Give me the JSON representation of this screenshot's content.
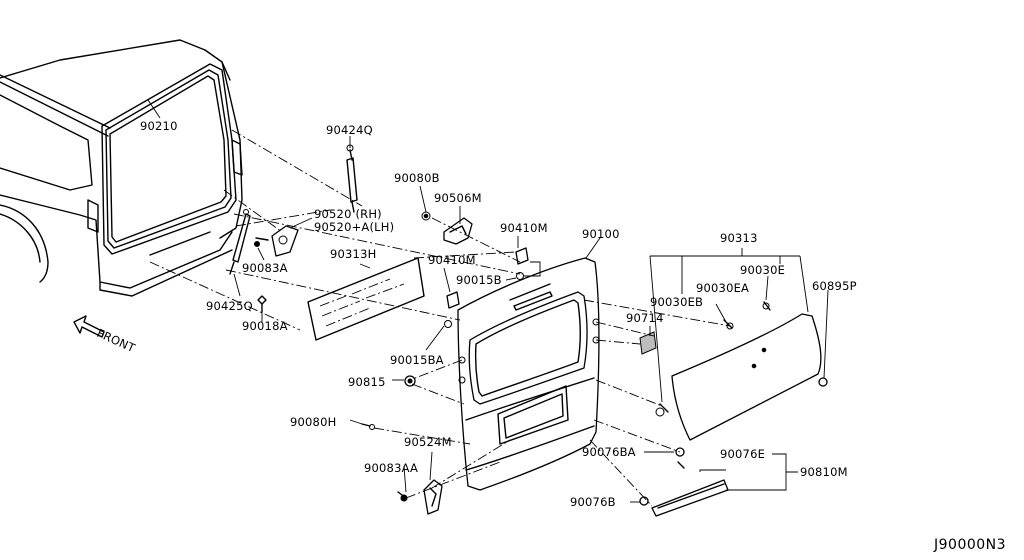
{
  "diagram": {
    "code": "J90000N3",
    "front_label": "FRONT",
    "parts": {
      "p90210": "90210",
      "p90424Q": "90424Q",
      "p90080B": "90080B",
      "p90506M": "90506M",
      "p90520": "90520 (RH)",
      "p90520A": "90520+A(LH)",
      "p90083A": "90083A",
      "p90425Q": "90425Q",
      "p90018A": "90018A",
      "p90313H": "90313H",
      "p90410M_a": "90410M",
      "p90410M_b": "90410M",
      "p90015B": "90015B",
      "p90100": "90100",
      "p90313": "90313",
      "p90030E": "90030E",
      "p90030EA": "90030EA",
      "p90030EB": "90030EB",
      "p60895P": "60895P",
      "p90714": "90714",
      "p90015BA": "90015BA",
      "p90815": "90815",
      "p90080H": "90080H",
      "p90524M": "90524M",
      "p90083AA": "90083AA",
      "p90076BA": "90076BA",
      "p90076E": "90076E",
      "p90810M": "90810M",
      "p90076B": "90076B"
    }
  }
}
